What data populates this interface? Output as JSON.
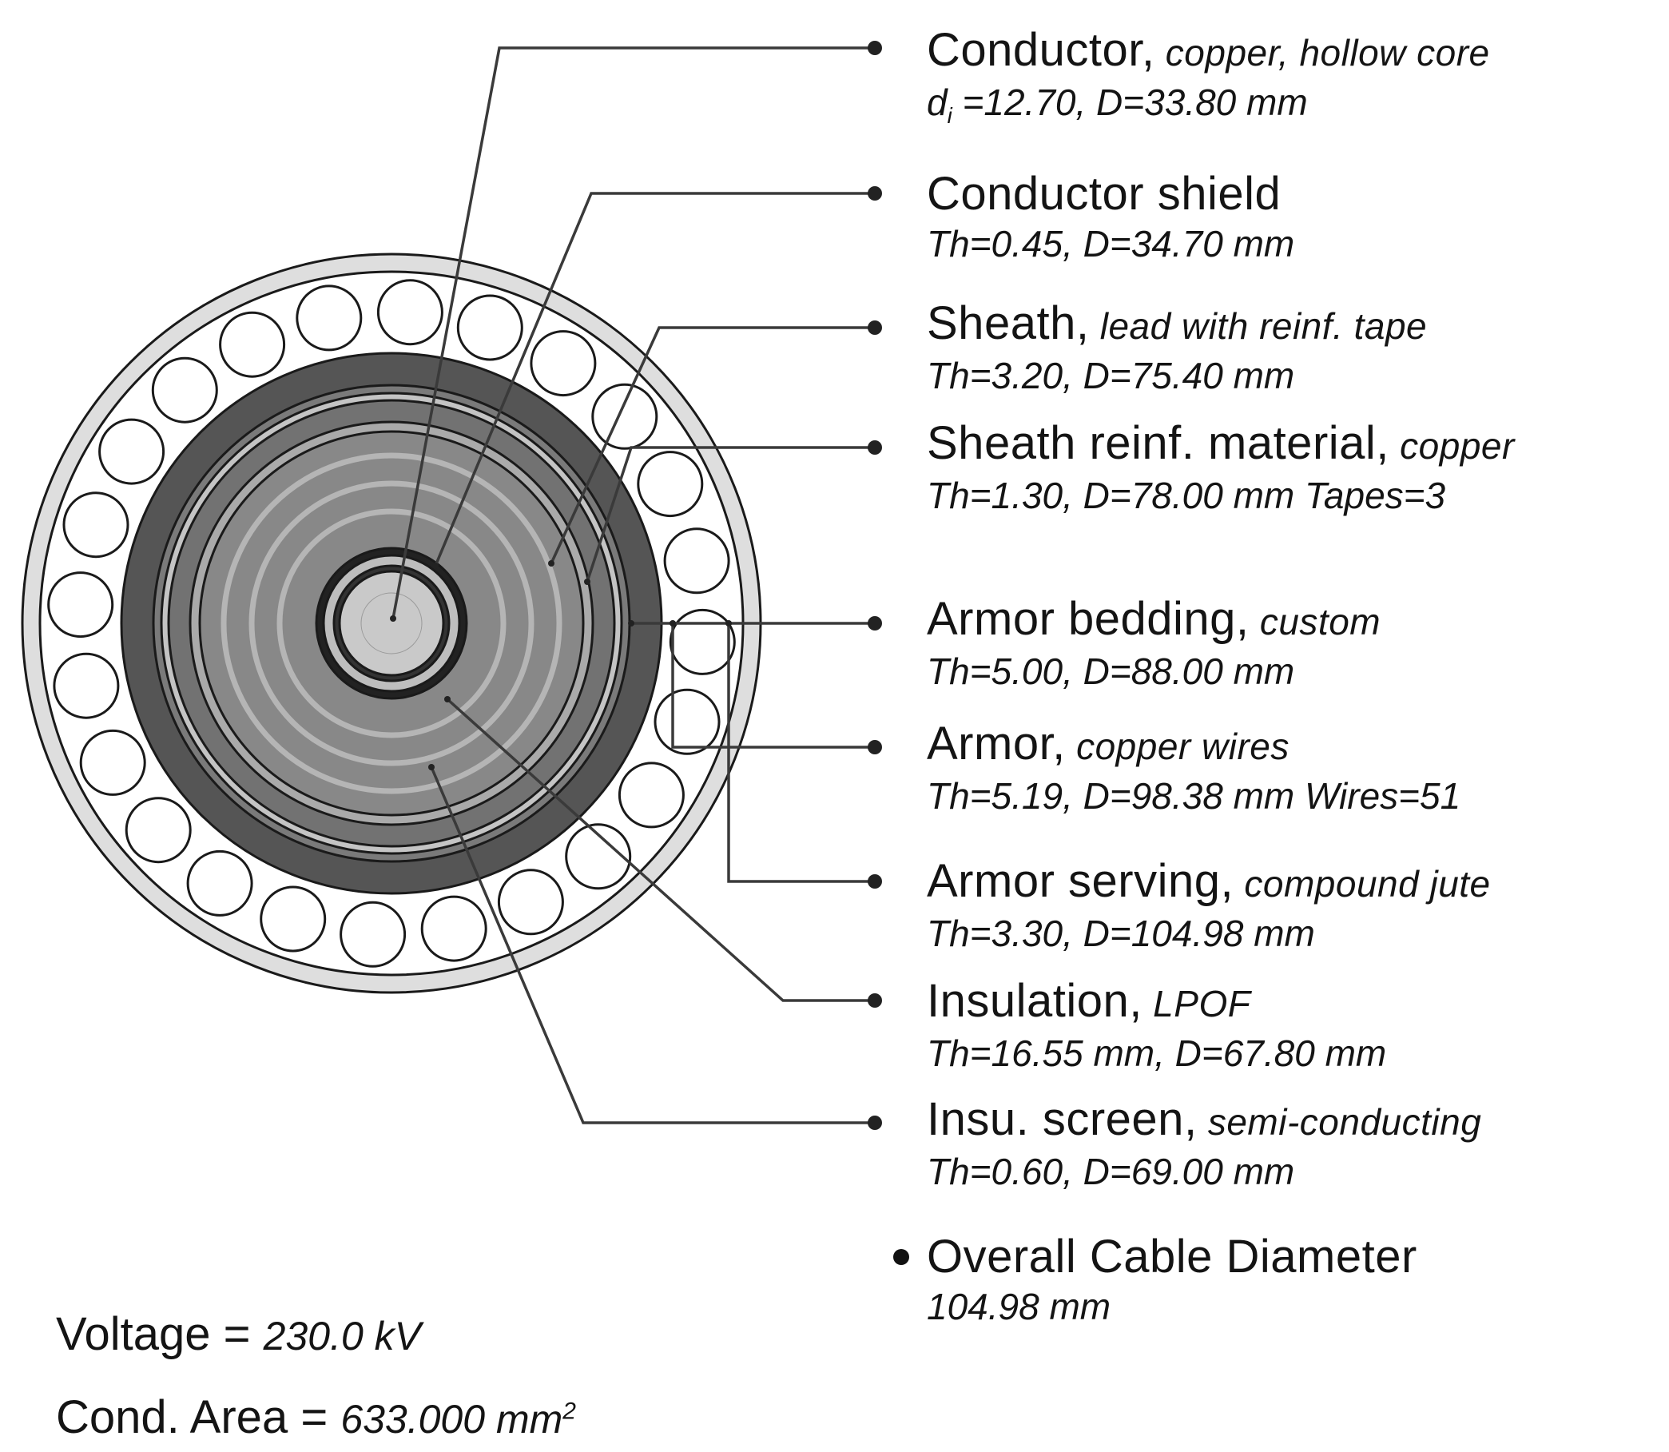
{
  "layers": [
    {
      "name": "Conductor,",
      "material": "copper, hollow core",
      "spec_html": "d<sub>i</sub> =12.70, D=33.80 mm"
    },
    {
      "name": "Conductor shield",
      "material": "",
      "spec_html": "Th=0.45, D=34.70 mm"
    },
    {
      "name": "Sheath,",
      "material": "lead with reinf. tape",
      "spec_html": "Th=3.20, D=75.40 mm"
    },
    {
      "name": "Sheath reinf. material,",
      "material": "copper",
      "spec_html": "Th=1.30, D=78.00 mm Tapes=3"
    },
    {
      "name": "Armor bedding,",
      "material": "custom",
      "spec_html": "Th=5.00, D=88.00 mm"
    },
    {
      "name": "Armor,",
      "material": "copper wires",
      "spec_html": "Th=5.19, D=98.38 mm Wires=51"
    },
    {
      "name": "Armor serving,",
      "material": "compound jute",
      "spec_html": "Th=3.30, D=104.98 mm"
    },
    {
      "name": "Insulation,",
      "material": "LPOF",
      "spec_html": "Th=16.55 mm, D=67.80 mm"
    },
    {
      "name": "Insu. screen,",
      "material": "semi-conducting",
      "spec_html": "Th=0.60, D=69.00 mm"
    }
  ],
  "overall": {
    "name": "Overall Cable Diameter",
    "value": "104.98 mm"
  },
  "footer": {
    "voltage_label": "Voltage =",
    "voltage_value": "230.0 kV",
    "area_label": "Cond. Area =",
    "area_value": "633.000 mm",
    "area_unit_exp": "2"
  },
  "armor_wire_count": 24
}
